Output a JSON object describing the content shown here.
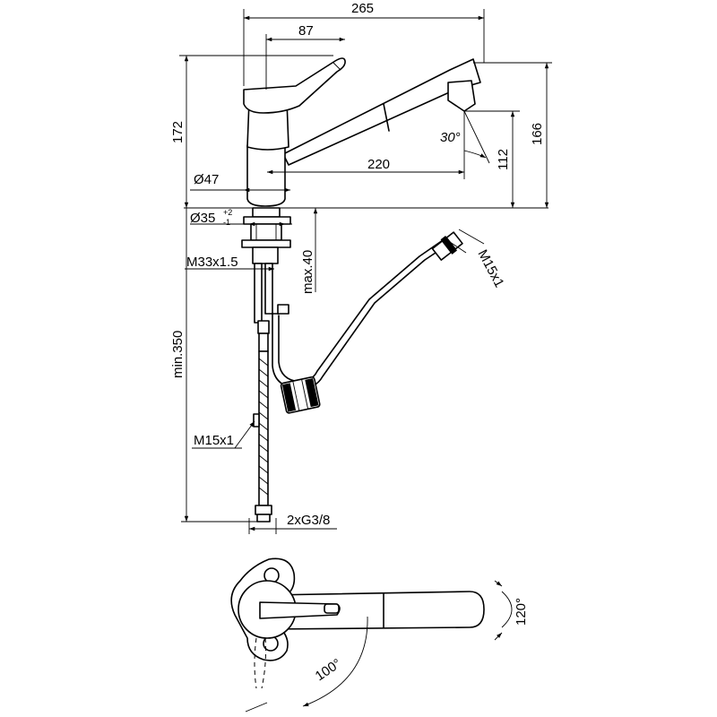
{
  "dimensions": {
    "overall_length": "265",
    "lever_reach": "87",
    "total_height": "172",
    "spout_tip_height": "166",
    "spout_outlet_height": "112",
    "spout_reach": "220",
    "spout_angle": "30°",
    "body_diameter": "Ø47",
    "hole_diameter": "Ø35",
    "hole_tolerance_upper": "+2",
    "hole_tolerance_lower": "-1",
    "mount_thread": "M33x1.5",
    "max_deck_thickness": "max.40",
    "min_hose_length": "min.350",
    "spray_hose_thread": "M15x1",
    "connector_thread": "M15x1",
    "supply_connection": "2xG3/8",
    "spout_swivel_angle": "120°",
    "lever_rotation_angle": "100°"
  }
}
